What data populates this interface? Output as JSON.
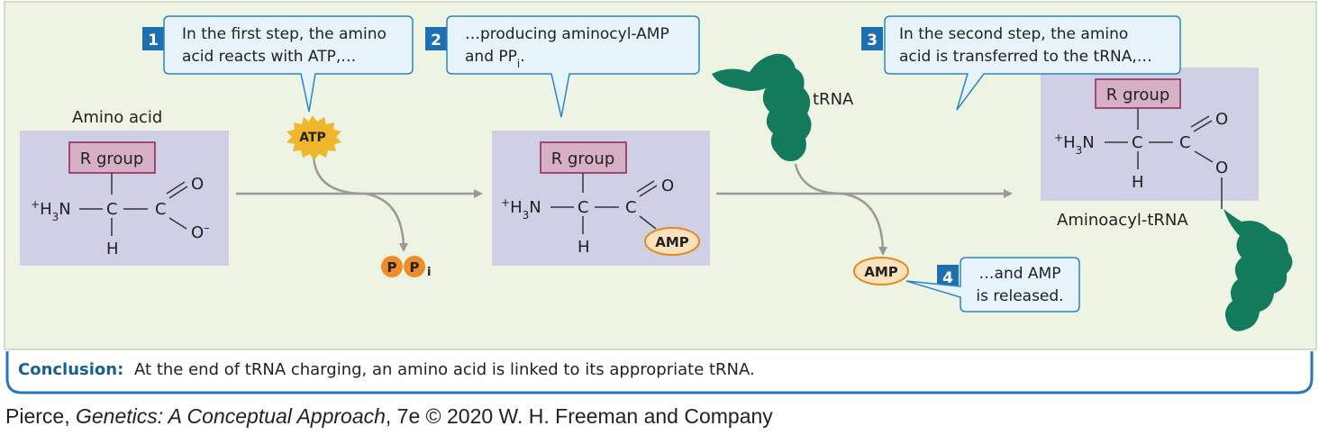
{
  "steps": [
    {
      "number": "1",
      "text_line1": "In the first step, the amino",
      "text_line2": "acid reacts with ATP,…"
    },
    {
      "number": "2",
      "text_line1": "…producing aminocyl-AMP",
      "text_line2_pre": "and PP",
      "text_line2_sub": "i",
      "text_line2_post": "."
    },
    {
      "number": "3",
      "text_line1": "In the second step, the amino",
      "text_line2": "acid is transferred to the tRNA,…"
    },
    {
      "number": "4",
      "text_line1": "…and AMP",
      "text_line2": "is released."
    }
  ],
  "molecule": {
    "label_amino_acid": "Amino acid",
    "r_group": "R group",
    "amine_plus": "+",
    "amine": "H",
    "amine_sub": "3",
    "amine_n": "N",
    "carbon": "C",
    "hydrogen": "H",
    "oxygen": "O",
    "oxygen_minus": "O",
    "minus": "–",
    "label_aminoacyl": "Aminoacyl-tRNA"
  },
  "badges": {
    "atp": "ATP",
    "amp": "AMP",
    "p": "P",
    "pi_sub": "i"
  },
  "trna_label": "tRNA",
  "conclusion": {
    "label": "Conclusion:",
    "text": "At the end of tRNA charging, an amino acid is linked to its appropriate tRNA."
  },
  "citation": {
    "author": "Pierce, ",
    "title": "Genetics: A Conceptual Approach",
    "rest": ", 7e © 2020 W. H. Freeman and Company"
  },
  "colors": {
    "panel_bg": "#eef4e4",
    "panel_border": "#c8d4b8",
    "molecule_box": "#cfcfe6",
    "r_group_box": "#d8b0c6",
    "r_group_border": "#8a2454",
    "callout_bg": "#e6f3fb",
    "callout_border": "#2a86c6",
    "step_badge": "#1d6fb0",
    "atp": "#f0b62c",
    "amp_fill": "#fbe2bc",
    "amp_border": "#e08a20",
    "p_fill": "#ee8c2a",
    "trna": "#147a5c",
    "arrow": "#9a9a9a",
    "conclusion_border": "#2a76b8"
  }
}
